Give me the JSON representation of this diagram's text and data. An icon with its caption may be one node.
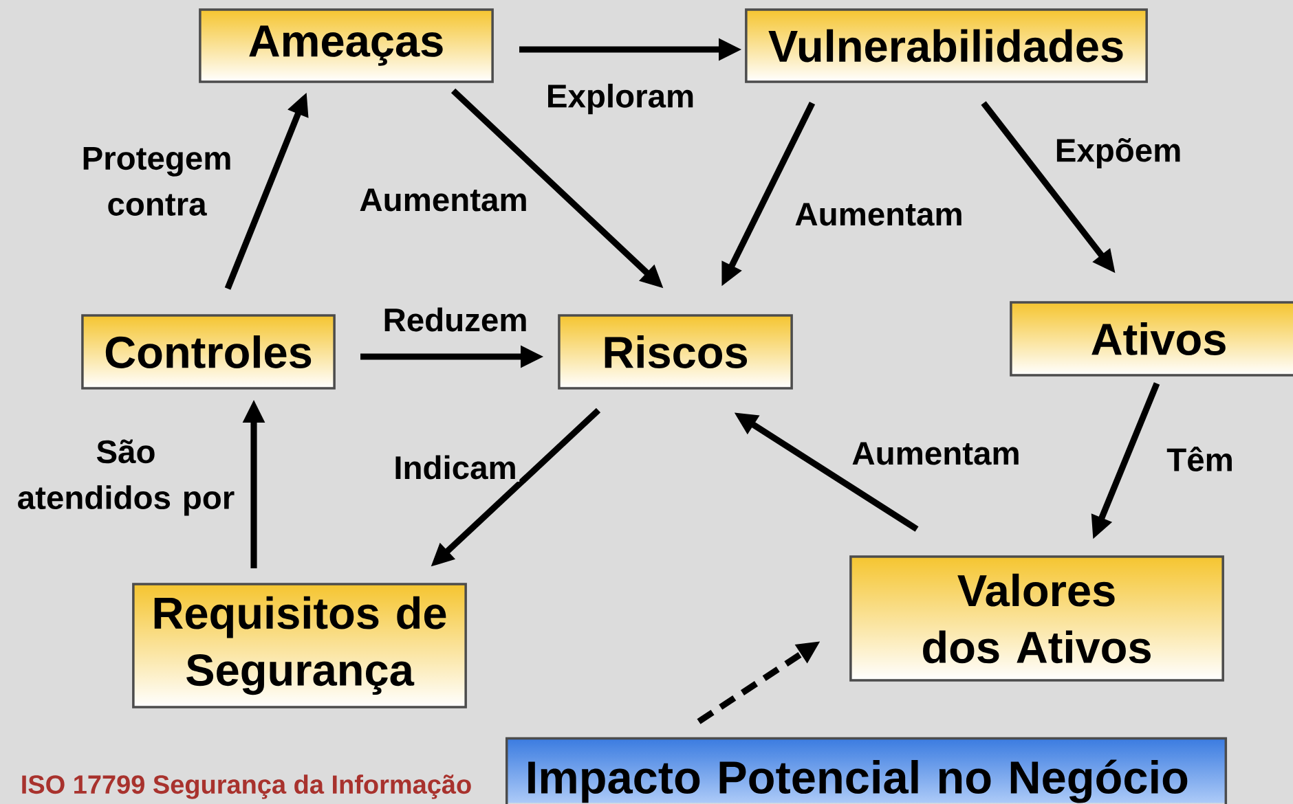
{
  "diagram": {
    "nodes": [
      {
        "text": [
          "Ameaças"
        ]
      },
      {
        "text": [
          "Vulnerabilidades"
        ]
      },
      {
        "text": [
          "Controles"
        ]
      },
      {
        "text": [
          "Riscos"
        ]
      },
      {
        "text": [
          "Ativos"
        ]
      },
      {
        "text": [
          "Requisitos de Segurança"
        ]
      },
      {
        "text": [
          "Valores dos Ativos"
        ]
      },
      {
        "text": [
          "Impacto Potencial no Negócio"
        ]
      }
    ],
    "edges": [
      {
        "from": 0,
        "to": 1,
        "arrow": "to",
        "label": "Exploram"
      },
      {
        "from": 0,
        "to": 3,
        "arrow": "to",
        "label": "Aumentam"
      },
      {
        "from": 1,
        "to": 3,
        "arrow": "to",
        "label": "Aumentam"
      },
      {
        "from": 1,
        "to": 4,
        "arrow": "to",
        "label": "Expõem"
      },
      {
        "from": 2,
        "to": 0,
        "arrow": "to",
        "label": "Protegem contra"
      },
      {
        "from": 2,
        "to": 3,
        "arrow": "to",
        "label": "Reduzem"
      },
      {
        "from": 3,
        "to": 5,
        "arrow": "to",
        "label": "Indicam"
      },
      {
        "from": 5,
        "to": 2,
        "arrow": "to",
        "label": "São atendidos por"
      },
      {
        "from": 4,
        "to": 6,
        "arrow": "to",
        "label": "Têm"
      },
      {
        "from": 6,
        "to": 3,
        "arrow": "to",
        "label": "Aumentam"
      },
      {
        "from": 7,
        "to": 6,
        "arrow": "to",
        "style": "dashed"
      }
    ],
    "labels": [
      "ISO 17799 Segurança da Informação"
    ]
  }
}
